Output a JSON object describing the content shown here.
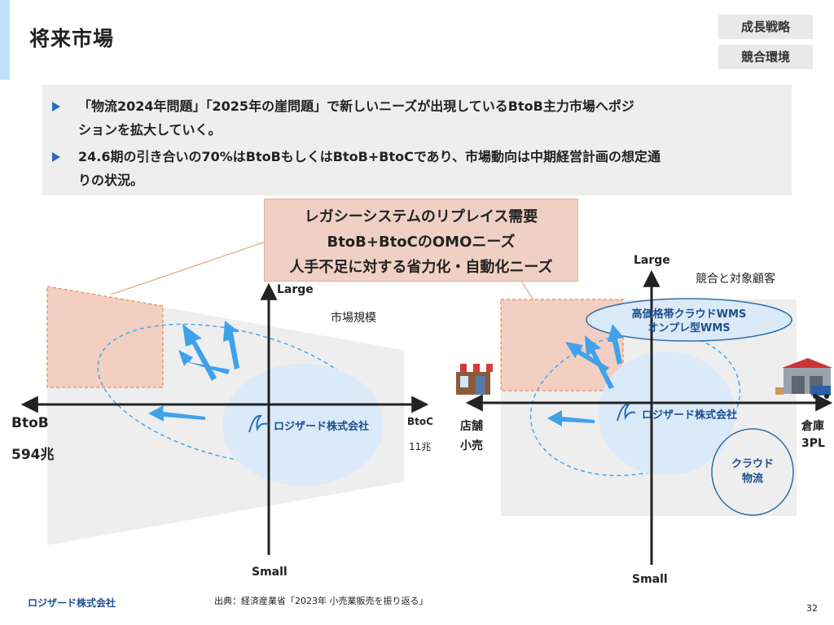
{
  "header": {
    "title": "将来市場",
    "tags": [
      "成長戦略",
      "競合環境"
    ]
  },
  "summary": {
    "bullets": [
      {
        "line1": "「物流2024年問題」「2025年の崖問題」で新しいニーズが出現しているBtoB主力市場へポジ",
        "line2": "ションを拡大していく。"
      },
      {
        "line1": "24.6期の引き合いの70%はBtoBもしくはBtoB+BtoCであり、市場動向は中期経営計画の想定通",
        "line2": "りの状況。"
      }
    ]
  },
  "callout": {
    "lines": [
      "レガシーシステムのリプレイス需要",
      "BtoB+BtoCのOMOニーズ",
      "人手不足に対する省力化・自動化ニーズ"
    ]
  },
  "left_diagram": {
    "caption": "市場規模",
    "axis_top": "Large",
    "axis_bottom": "Small",
    "axis_left": "BtoB",
    "axis_left_value": "594兆",
    "axis_right": "BtoC",
    "axis_right_value": "11兆",
    "company": "ロジザード株式会社"
  },
  "right_diagram": {
    "caption": "競合と対象顧客",
    "axis_top": "Large",
    "axis_bottom": "Small",
    "axis_left_line1": "店舗",
    "axis_left_line2": "小売",
    "axis_right_line1": "倉庫",
    "axis_right_line2": "3PL",
    "competitor_line1": "高価格帯クラウドWMS",
    "competitor_line2": "オンプレ型WMS",
    "cloud_line1": "クラウド",
    "cloud_line2": "物流",
    "company": "ロジザード株式会社",
    "icons": [
      "store-icon",
      "warehouse-icon"
    ]
  },
  "footer": {
    "logo": "ロジザード株式会社",
    "source": "出典：経済産業省「2023年 小売業販売を振り返る」",
    "page": "32"
  },
  "colors": {
    "accent": "#2a6db5",
    "arrow": "#3fa2ea",
    "callout": "#f0d0c4",
    "ellipse": "#dbeaf8"
  }
}
